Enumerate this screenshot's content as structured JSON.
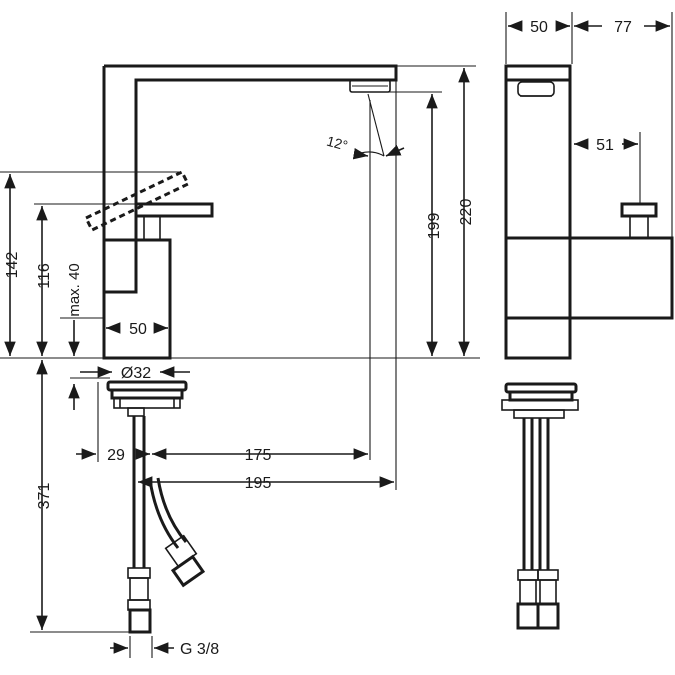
{
  "dimensions": {
    "front": {
      "lever_height": "142",
      "lever_closed_height": "116",
      "max_depth": "max. 40",
      "body_width": "50",
      "shank_diameter": "Ø32",
      "shank_offset": "29",
      "spout_reach_inner": "175",
      "spout_reach_total": "195",
      "spout_angle": "12°",
      "spout_height": "199",
      "total_height": "220",
      "hose_length": "371",
      "connection_thread": "G 3/8"
    },
    "side": {
      "body_depth": "50",
      "lever_depth": "77",
      "lever_offset": "51"
    }
  }
}
